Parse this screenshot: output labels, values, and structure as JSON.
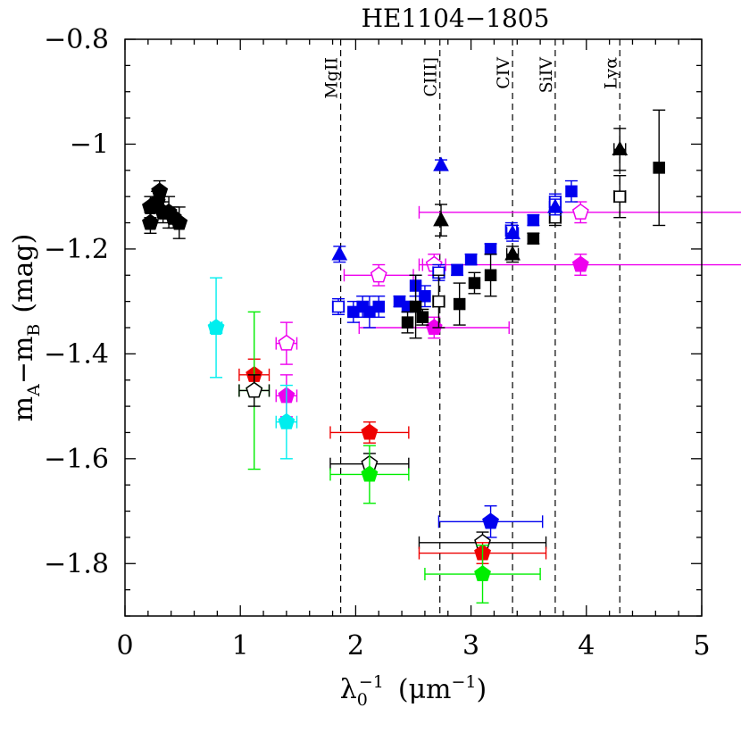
{
  "chart_data": {
    "type": "scatter",
    "title": "HE1104−1805",
    "xlabel_main": "λ",
    "xlabel_sub": "0",
    "xlabel_sup": "−1",
    "xlabel_units": "(μm",
    "xlabel_units_sup": "−1",
    "xlabel_close": ")",
    "ylabel_pre": "m",
    "ylabel_sub1": "A",
    "ylabel_mid": "−m",
    "ylabel_sub2": "B",
    "ylabel_units": "(mag)",
    "xlim": [
      0,
      5
    ],
    "ylim": [
      -1.9,
      -0.8
    ],
    "y_inverted": true,
    "x_ticks": [
      0,
      1,
      2,
      3,
      4,
      5
    ],
    "x_tick_labels": [
      "0",
      "1",
      "2",
      "3",
      "4",
      "5"
    ],
    "y_ticks": [
      -0.8,
      -1.0,
      -1.2,
      -1.4,
      -1.6,
      -1.8
    ],
    "y_tick_labels": [
      "−0.8",
      "−1",
      "−1.2",
      "−1.4",
      "−1.6",
      "−1.8"
    ],
    "line_markers": [
      {
        "x": 1.87,
        "label": "MgII"
      },
      {
        "x": 2.73,
        "label": "CIII]"
      },
      {
        "x": 3.36,
        "label": "CIV"
      },
      {
        "x": 3.73,
        "label": "SiIV"
      },
      {
        "x": 4.29,
        "label": "Lyα"
      }
    ],
    "colors": {
      "black": "#000000",
      "blue": "#0000ee",
      "magenta": "#ee00ee",
      "cyan": "#00eeee",
      "red": "#ee0000",
      "green": "#00ee00"
    },
    "points": [
      {
        "x": 0.22,
        "y": -1.15,
        "yerr": 0.02,
        "xerr": 0,
        "marker": "pentagon",
        "fill": true,
        "color": "black"
      },
      {
        "x": 0.22,
        "y": -1.12,
        "yerr": 0.02,
        "xerr": 0,
        "marker": "pentagon",
        "fill": true,
        "color": "black"
      },
      {
        "x": 0.28,
        "y": -1.11,
        "yerr": 0.02,
        "xerr": 0,
        "marker": "pentagon",
        "fill": true,
        "color": "black"
      },
      {
        "x": 0.3,
        "y": -1.09,
        "yerr": 0.02,
        "xerr": 0,
        "marker": "pentagon",
        "fill": true,
        "color": "black"
      },
      {
        "x": 0.33,
        "y": -1.13,
        "yerr": 0.02,
        "xerr": 0,
        "marker": "pentagon",
        "fill": true,
        "color": "black"
      },
      {
        "x": 0.38,
        "y": -1.13,
        "yerr": 0.03,
        "xerr": 0,
        "marker": "pentagon",
        "fill": true,
        "color": "black"
      },
      {
        "x": 0.42,
        "y": -1.14,
        "yerr": 0.02,
        "xerr": 0,
        "marker": "pentagon",
        "fill": true,
        "color": "black"
      },
      {
        "x": 0.47,
        "y": -1.15,
        "yerr": 0.03,
        "xerr": 0,
        "marker": "pentagon",
        "fill": true,
        "color": "black"
      },
      {
        "x": 0.79,
        "y": -1.35,
        "yerr": 0.095,
        "xerr": 0.05,
        "marker": "pentagon",
        "fill": true,
        "color": "cyan"
      },
      {
        "x": 1.12,
        "y": -1.44,
        "yerr": 0.03,
        "xerr": 0.13,
        "marker": "pentagon",
        "fill": true,
        "color": "red"
      },
      {
        "x": 1.12,
        "y": -1.47,
        "yerr": 0.15,
        "xerr": 0.13,
        "marker": "pentagon",
        "fill": true,
        "color": "green"
      },
      {
        "x": 1.12,
        "y": -1.47,
        "yerr": 0.03,
        "xerr": 0.13,
        "marker": "pentagon",
        "fill": false,
        "color": "black"
      },
      {
        "x": 1.4,
        "y": -1.38,
        "yerr": 0.04,
        "xerr": 0.09,
        "marker": "pentagon",
        "fill": false,
        "color": "magenta"
      },
      {
        "x": 1.4,
        "y": -1.48,
        "yerr": 0.04,
        "xerr": 0.09,
        "marker": "pentagon",
        "fill": true,
        "color": "magenta"
      },
      {
        "x": 1.4,
        "y": -1.53,
        "yerr": 0.07,
        "xerr": 0.09,
        "marker": "pentagon",
        "fill": true,
        "color": "cyan"
      },
      {
        "x": 2.12,
        "y": -1.55,
        "yerr": 0.02,
        "xerr": 0.34,
        "marker": "pentagon",
        "fill": true,
        "color": "red"
      },
      {
        "x": 2.12,
        "y": -1.61,
        "yerr": 0.02,
        "xerr": 0.34,
        "marker": "pentagon",
        "fill": false,
        "color": "black"
      },
      {
        "x": 2.12,
        "y": -1.63,
        "yerr": 0.055,
        "xerr": 0.34,
        "marker": "pentagon",
        "fill": true,
        "color": "green"
      },
      {
        "x": 2.2,
        "y": -1.25,
        "yerr": 0.02,
        "xerr": 0.3,
        "marker": "pentagon",
        "fill": false,
        "color": "magenta"
      },
      {
        "x": 2.68,
        "y": -1.23,
        "yerr": 0.02,
        "xerr": 0.1,
        "marker": "pentagon",
        "fill": false,
        "color": "magenta"
      },
      {
        "x": 2.68,
        "y": -1.35,
        "yerr": 0.02,
        "xerr": 0.65,
        "marker": "pentagon",
        "fill": true,
        "color": "magenta"
      },
      {
        "x": 3.95,
        "y": -1.13,
        "yerr": 0.02,
        "xerr": 1.4,
        "marker": "pentagon",
        "fill": false,
        "color": "magenta"
      },
      {
        "x": 3.95,
        "y": -1.23,
        "yerr": 0.02,
        "xerr": 1.4,
        "marker": "pentagon",
        "fill": true,
        "color": "magenta"
      },
      {
        "x": 3.17,
        "y": -1.72,
        "yerr": 0.03,
        "xerr": 0.45,
        "marker": "pentagon",
        "fill": true,
        "color": "blue"
      },
      {
        "x": 3.1,
        "y": -1.76,
        "yerr": 0.02,
        "xerr": 0.55,
        "marker": "pentagon",
        "fill": false,
        "color": "black"
      },
      {
        "x": 3.1,
        "y": -1.78,
        "yerr": 0.02,
        "xerr": 0.55,
        "marker": "pentagon",
        "fill": true,
        "color": "red"
      },
      {
        "x": 3.1,
        "y": -1.82,
        "yerr": 0.055,
        "xerr": 0.5,
        "marker": "pentagon",
        "fill": true,
        "color": "green"
      },
      {
        "x": 1.85,
        "y": -1.31,
        "yerr": 0.015,
        "xerr": 0.05,
        "marker": "square",
        "fill": false,
        "color": "blue"
      },
      {
        "x": 1.98,
        "y": -1.32,
        "yerr": 0.02,
        "xerr": 0,
        "marker": "square",
        "fill": true,
        "color": "blue"
      },
      {
        "x": 2.06,
        "y": -1.31,
        "yerr": 0.02,
        "xerr": 0,
        "marker": "square",
        "fill": true,
        "color": "blue"
      },
      {
        "x": 2.12,
        "y": -1.32,
        "yerr": 0.03,
        "xerr": 0,
        "marker": "square",
        "fill": true,
        "color": "blue"
      },
      {
        "x": 2.2,
        "y": -1.31,
        "yerr": 0.02,
        "xerr": 0,
        "marker": "square",
        "fill": true,
        "color": "blue"
      },
      {
        "x": 2.38,
        "y": -1.3,
        "yerr": 0.01,
        "xerr": 0,
        "marker": "square",
        "fill": true,
        "color": "blue"
      },
      {
        "x": 2.45,
        "y": -1.31,
        "yerr": 0.01,
        "xerr": 0,
        "marker": "square",
        "fill": true,
        "color": "blue"
      },
      {
        "x": 2.52,
        "y": -1.27,
        "yerr": 0.02,
        "xerr": 0,
        "marker": "square",
        "fill": true,
        "color": "blue"
      },
      {
        "x": 2.6,
        "y": -1.29,
        "yerr": 0.02,
        "xerr": 0,
        "marker": "square",
        "fill": true,
        "color": "blue"
      },
      {
        "x": 2.72,
        "y": -1.245,
        "yerr": 0.015,
        "xerr": 0.05,
        "marker": "square",
        "fill": false,
        "color": "blue"
      },
      {
        "x": 2.88,
        "y": -1.24,
        "yerr": 0.01,
        "xerr": 0,
        "marker": "square",
        "fill": true,
        "color": "blue"
      },
      {
        "x": 3.0,
        "y": -1.22,
        "yerr": 0.01,
        "xerr": 0,
        "marker": "square",
        "fill": true,
        "color": "blue"
      },
      {
        "x": 3.17,
        "y": -1.2,
        "yerr": 0.01,
        "xerr": 0,
        "marker": "square",
        "fill": true,
        "color": "blue"
      },
      {
        "x": 3.35,
        "y": -1.165,
        "yerr": 0.015,
        "xerr": 0.05,
        "marker": "square",
        "fill": false,
        "color": "blue"
      },
      {
        "x": 3.54,
        "y": -1.145,
        "yerr": 0.01,
        "xerr": 0,
        "marker": "square",
        "fill": true,
        "color": "blue"
      },
      {
        "x": 3.73,
        "y": -1.11,
        "yerr": 0.015,
        "xerr": 0.05,
        "marker": "square",
        "fill": false,
        "color": "blue"
      },
      {
        "x": 3.87,
        "y": -1.09,
        "yerr": 0.02,
        "xerr": 0,
        "marker": "square",
        "fill": true,
        "color": "blue"
      },
      {
        "x": 2.45,
        "y": -1.34,
        "yerr": 0.02,
        "xerr": 0,
        "marker": "square",
        "fill": true,
        "color": "black"
      },
      {
        "x": 2.52,
        "y": -1.31,
        "yerr": 0.06,
        "xerr": 0,
        "marker": "square",
        "fill": true,
        "color": "black"
      },
      {
        "x": 2.58,
        "y": -1.33,
        "yerr": 0.015,
        "xerr": 0,
        "marker": "square",
        "fill": true,
        "color": "black"
      },
      {
        "x": 2.72,
        "y": -1.3,
        "yerr": 0.05,
        "xerr": 0.05,
        "marker": "square",
        "fill": false,
        "color": "black"
      },
      {
        "x": 2.9,
        "y": -1.305,
        "yerr": 0.04,
        "xerr": 0,
        "marker": "square",
        "fill": true,
        "color": "black"
      },
      {
        "x": 3.03,
        "y": -1.265,
        "yerr": 0.02,
        "xerr": 0,
        "marker": "square",
        "fill": true,
        "color": "black"
      },
      {
        "x": 3.17,
        "y": -1.25,
        "yerr": 0.04,
        "xerr": 0,
        "marker": "square",
        "fill": true,
        "color": "black"
      },
      {
        "x": 3.54,
        "y": -1.18,
        "yerr": 0.01,
        "xerr": 0,
        "marker": "square",
        "fill": true,
        "color": "black"
      },
      {
        "x": 3.73,
        "y": -1.14,
        "yerr": 0.015,
        "xerr": 0.05,
        "marker": "square",
        "fill": false,
        "color": "black"
      },
      {
        "x": 4.29,
        "y": -1.1,
        "yerr": 0.04,
        "xerr": 0.05,
        "marker": "square",
        "fill": false,
        "color": "black"
      },
      {
        "x": 4.63,
        "y": -1.045,
        "yerr": 0.11,
        "xerr": 0,
        "marker": "square",
        "fill": true,
        "color": "black"
      },
      {
        "x": 1.86,
        "y": -1.21,
        "yerr": 0.015,
        "xerr": 0,
        "marker": "triangle",
        "fill": true,
        "color": "blue"
      },
      {
        "x": 2.74,
        "y": -1.04,
        "yerr": 0.01,
        "xerr": 0,
        "marker": "triangle",
        "fill": true,
        "color": "blue"
      },
      {
        "x": 2.74,
        "y": -1.145,
        "yerr": 0.03,
        "xerr": 0,
        "marker": "triangle",
        "fill": true,
        "color": "black"
      },
      {
        "x": 3.36,
        "y": -1.21,
        "yerr": 0.015,
        "xerr": 0.05,
        "marker": "triangle",
        "fill": true,
        "color": "black"
      },
      {
        "x": 3.36,
        "y": -1.17,
        "yerr": 0.015,
        "xerr": 0.05,
        "marker": "triangle",
        "fill": true,
        "color": "blue"
      },
      {
        "x": 3.73,
        "y": -1.12,
        "yerr": 0.015,
        "xerr": 0.05,
        "marker": "triangle",
        "fill": true,
        "color": "blue"
      },
      {
        "x": 4.29,
        "y": -1.01,
        "yerr": 0.04,
        "xerr": 0.05,
        "marker": "triangle",
        "fill": true,
        "color": "black"
      }
    ]
  }
}
